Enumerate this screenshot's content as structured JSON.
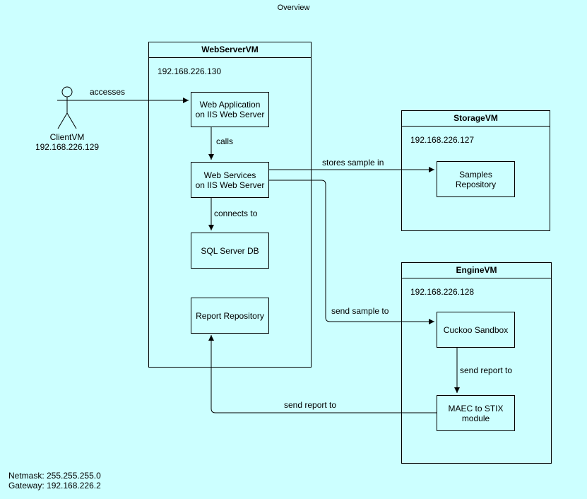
{
  "title": "Overview",
  "client": {
    "name": "ClientVM",
    "ip": "192.168.226.129"
  },
  "webserver": {
    "name": "WebServerVM",
    "ip": "192.168.226.130",
    "nodes": {
      "web_app": "Web Application\non IIS Web Server",
      "web_services": "Web Services\non IIS Web Server",
      "sql": "SQL Server DB",
      "report_repo": "Report Repository"
    }
  },
  "storage": {
    "name": "StorageVM",
    "ip": "192.168.226.127",
    "nodes": {
      "samples_repo": "Samples\nRepository"
    }
  },
  "engine": {
    "name": "EngineVM",
    "ip": "192.168.226.128",
    "nodes": {
      "cuckoo": "Cuckoo Sandbox",
      "maec": "MAEC to STIX\nmodule"
    }
  },
  "edges": {
    "accesses": "accesses",
    "calls": "calls",
    "connects_to": "connects to",
    "stores_sample_in": "stores sample in",
    "send_sample_to": "send sample to",
    "send_report_to_maec": "send report to",
    "send_report_to_repo": "send report to"
  },
  "footer": {
    "netmask": "Netmask: 255.255.255.0",
    "gateway": "Gateway: 192.168.226.2"
  }
}
